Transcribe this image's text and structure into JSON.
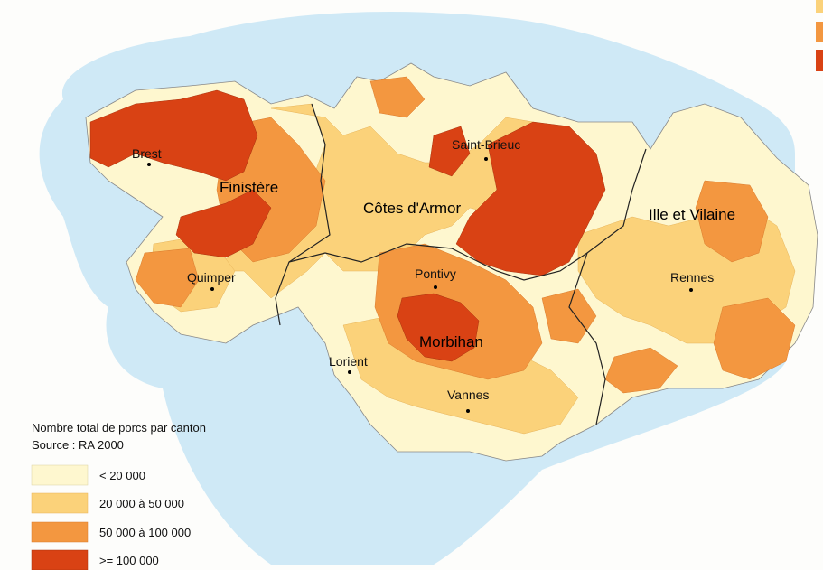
{
  "colors": {
    "sea": "#cfe9f6",
    "background": "#fdfdfb",
    "border": "#222222",
    "class1": "#fef7cf",
    "class2": "#fbd27a",
    "class3": "#f39740",
    "class4": "#d94214"
  },
  "departments": [
    {
      "id": "finistere",
      "label": "Finistère"
    },
    {
      "id": "cotes-d-armor",
      "label": "Côtes d'Armor"
    },
    {
      "id": "ille-et-vilaine",
      "label": "Ille et Vilaine"
    },
    {
      "id": "morbihan",
      "label": "Morbihan"
    }
  ],
  "cities": [
    {
      "id": "brest",
      "label": "Brest"
    },
    {
      "id": "quimper",
      "label": "Quimper"
    },
    {
      "id": "saint-brieuc",
      "label": "Saint-Brieuc"
    },
    {
      "id": "pontivy",
      "label": "Pontivy"
    },
    {
      "id": "lorient",
      "label": "Lorient"
    },
    {
      "id": "vannes",
      "label": "Vannes"
    },
    {
      "id": "rennes",
      "label": "Rennes"
    }
  ],
  "legend": {
    "title": "Nombre total de porcs par canton",
    "source": "Source : RA 2000",
    "classes": [
      {
        "label": "< 20 000",
        "color_key": "class1"
      },
      {
        "label": "20 000 à   50 000",
        "color_key": "class2"
      },
      {
        "label": "50 000 à 100 000",
        "color_key": "class3"
      },
      {
        "label": ">= 100 000",
        "color_key": "class4"
      }
    ]
  }
}
